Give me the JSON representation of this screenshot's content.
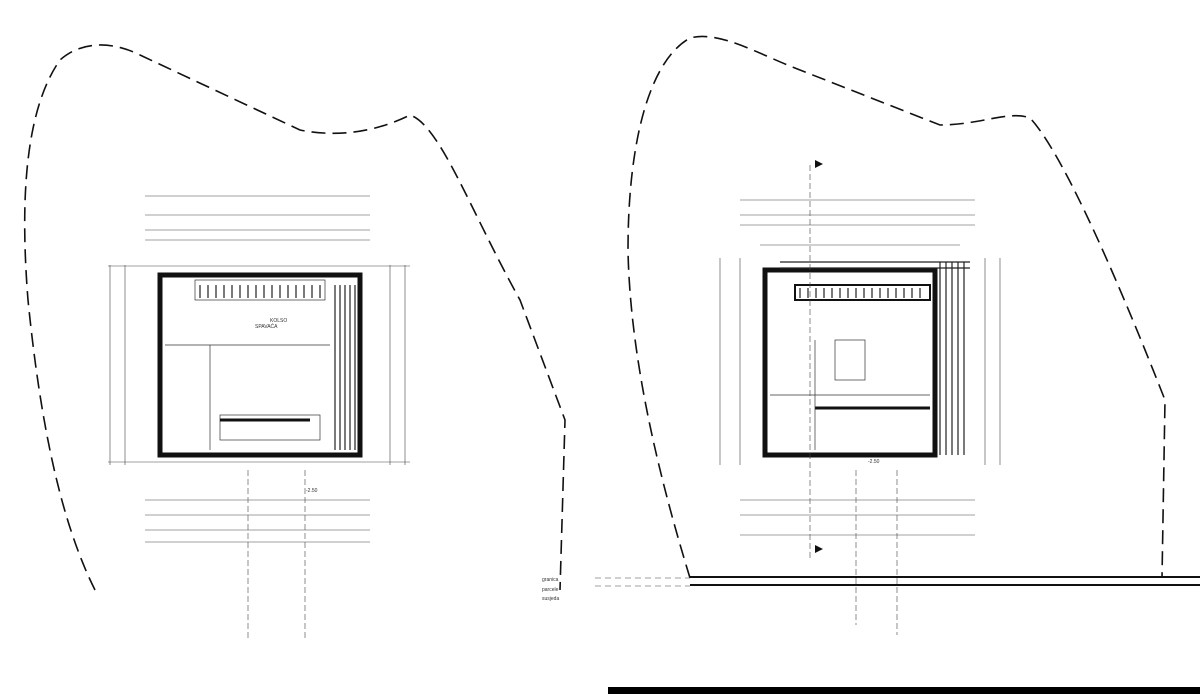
{
  "drawing": {
    "left_plan": {
      "room_label": "SPAVAĆA",
      "room_area": "KOLSO",
      "level_label": "-2.50"
    },
    "right_plan": {
      "level_label": "-2.50"
    },
    "ground_labels": [
      "granica",
      "parcele",
      "susjeda"
    ],
    "colors": {
      "line": "#111111",
      "background": "#ffffff"
    }
  }
}
